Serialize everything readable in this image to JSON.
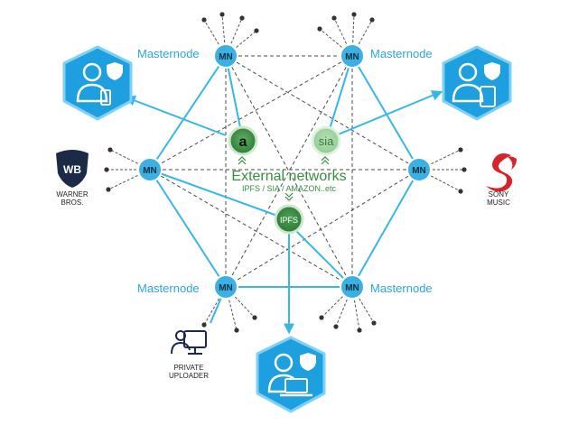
{
  "masternode_label": "Masternode",
  "node_abbr": "MN",
  "external": {
    "title": "External networks",
    "subtitle": "IPFS / SIA / AMAZON..etc",
    "amazon_glyph": "a",
    "sia_glyph": "sia",
    "ipfs_glyph": "IPFS"
  },
  "brands": {
    "warner_line1": "WARNER",
    "warner_line2": "BROS.",
    "warner_shield": "WB",
    "sony_line1": "SONY",
    "sony_line2": "MUSIC",
    "uploader_line1": "PRIVATE",
    "uploader_line2": "UPLOADER"
  },
  "colors": {
    "node_fill": "#3bb0e3",
    "link_blue": "#38b6e6",
    "hex_fill": "#1e9fe0",
    "green": "#3a8a43",
    "dashed": "#4a4a4a",
    "sony_red": "#d4252b"
  },
  "icons": [
    "user-shield-icon",
    "user-tablet-icon",
    "user-laptop-icon",
    "amazon-icon",
    "sia-icon",
    "ipfs-icon",
    "warner-bros-logo",
    "sony-music-logo",
    "private-uploader-icon"
  ]
}
